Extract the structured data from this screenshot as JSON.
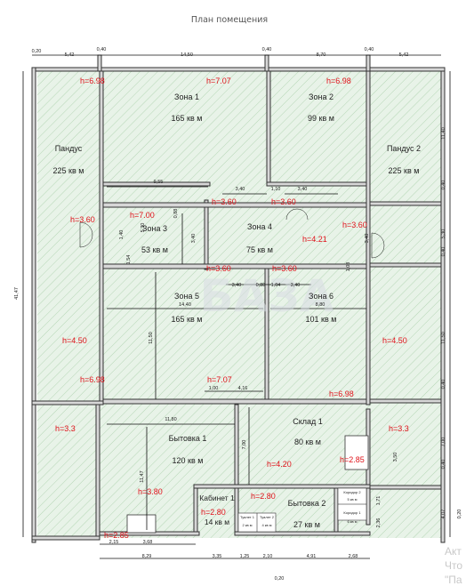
{
  "title": "План помещения",
  "watermark": "БАЗА",
  "corner_text": [
    "Акт",
    "Что",
    "\"Па"
  ],
  "zones": [
    {
      "id": "zona1",
      "name": "Зона 1",
      "area": "165 кв м"
    },
    {
      "id": "zona2",
      "name": "Зона 2",
      "area": "99 кв м"
    },
    {
      "id": "pandus1",
      "name": "Пандус",
      "area": "225 кв м"
    },
    {
      "id": "pandus2",
      "name": "Пандус 2",
      "area": "225 кв м"
    },
    {
      "id": "zona3",
      "name": "Зона 3",
      "area": "53 кв м"
    },
    {
      "id": "zona4",
      "name": "Зона 4",
      "area": "75 кв м"
    },
    {
      "id": "zona5",
      "name": "Зона 5",
      "area": "165 кв м"
    },
    {
      "id": "zona6",
      "name": "Зона 6",
      "area": "101 кв м"
    },
    {
      "id": "sklad1",
      "name": "Склад 1",
      "area": "80 кв м"
    },
    {
      "id": "bytovka1",
      "name": "Бытовка 1",
      "area": "120 кв м"
    },
    {
      "id": "kabinet1",
      "name": "Кабинет 1",
      "area": "14 кв м"
    },
    {
      "id": "bytovka2",
      "name": "Бытовка 2",
      "area": "27 кв м"
    }
  ],
  "heights": [
    "h=6.98",
    "h=7.07",
    "h=6.98",
    "h=3.60",
    "h=7.00",
    "h=3.60",
    "h=3.60",
    "h=3.60",
    "h=4.21",
    "h=3.60",
    "h=3.60",
    "h=4.50",
    "h=4.50",
    "h=6.98",
    "h=7.07",
    "h=6.98",
    "h=3.3",
    "h=3.3",
    "h=4.20",
    "h=2.85",
    "h=3.80",
    "h=2.80",
    "h=2.80",
    "h=2.85"
  ],
  "dimensions": {
    "top": [
      "0,20",
      "5,42",
      "0,40",
      "14,50",
      "0,40",
      "8,70",
      "0,40",
      "5,42"
    ],
    "inner": [
      "9,55",
      "3,40",
      "1,10",
      "3,40",
      "0,88",
      "1,40",
      "5,30",
      "3,40",
      "1,54",
      "1,08",
      "3,40",
      "3,40",
      "0,88",
      "1,04",
      "3,40",
      "14,40",
      "8,80",
      "11,50",
      "1,00",
      "4,16",
      "11,80",
      "7,00",
      "11,47",
      "3,50",
      "1,71",
      "2,36"
    ],
    "right": [
      "11,40",
      "0,40",
      "5,30",
      "0,40",
      "11,50",
      "0,40",
      "7,00",
      "0,40",
      "4,07",
      "0,20"
    ],
    "left": "41,47",
    "bottom1": [
      "2,15",
      "3,68"
    ],
    "bottom2": [
      "8,29",
      "3,35",
      "1,25",
      "2,10",
      "4,91",
      "2,68"
    ],
    "bottom3": "0,20"
  },
  "small_rooms": [
    "Коридор 2",
    "5 кв м",
    "Туалет 1",
    "2 кв м",
    "Туалет 2",
    "4 кв м",
    "Коридор 1",
    "6 кв м"
  ]
}
